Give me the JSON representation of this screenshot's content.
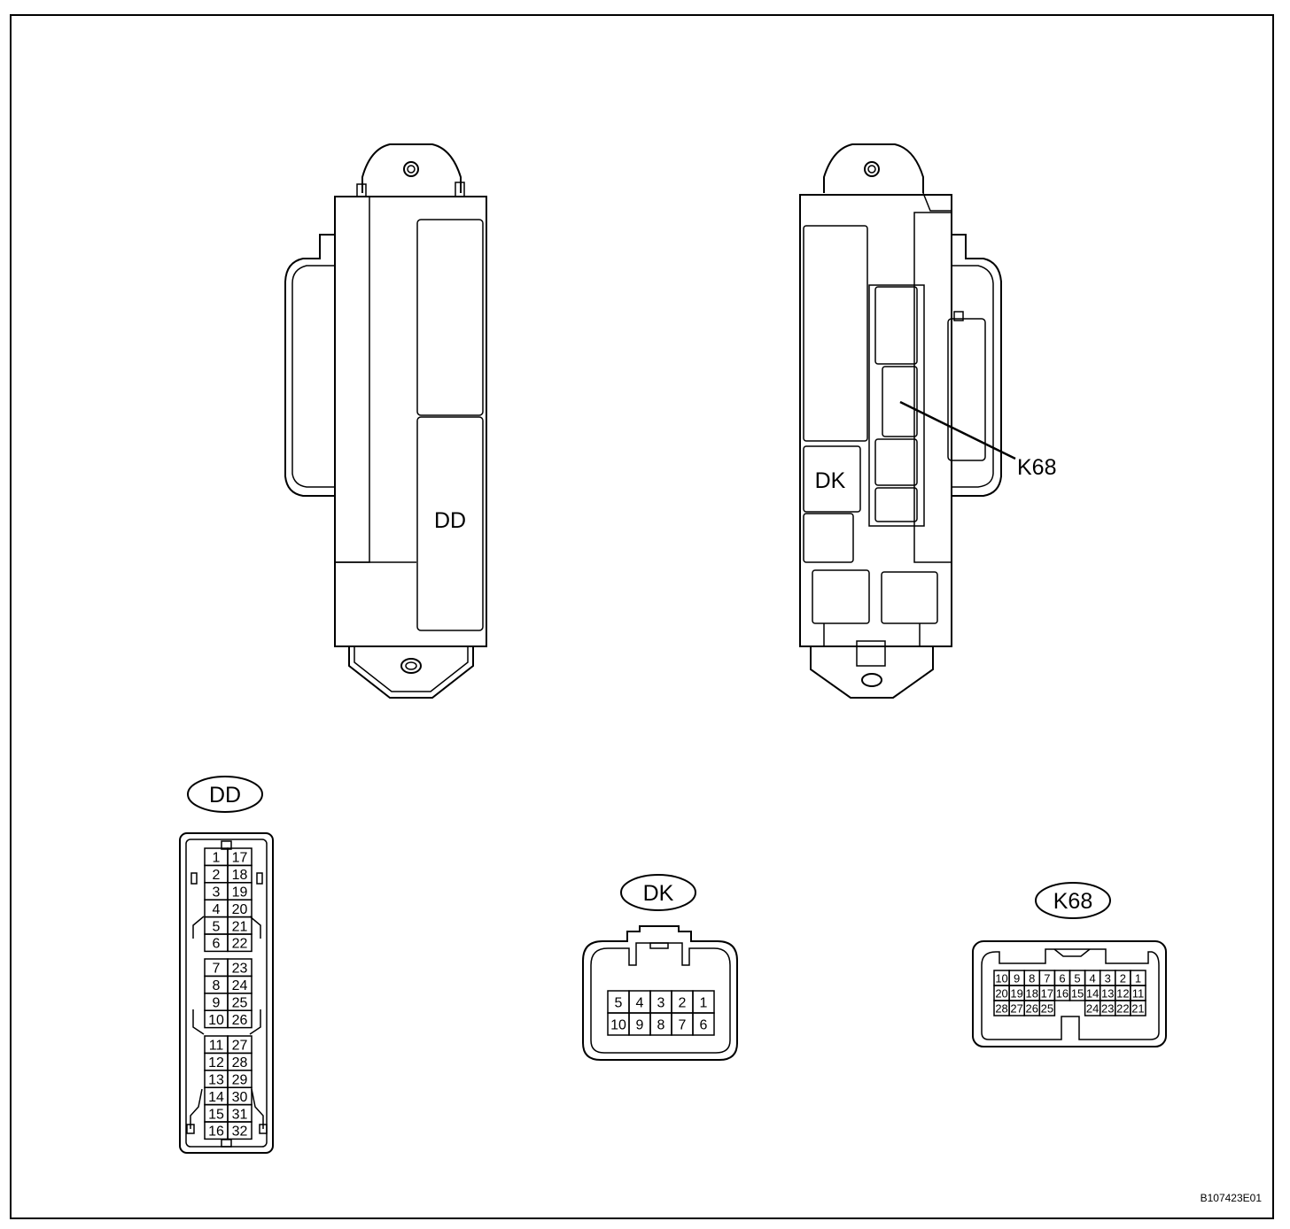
{
  "labels": {
    "unit_a_connector": "DD",
    "unit_b_connector_left": "DK",
    "unit_b_connector_pointer": "K68",
    "figure_code": "B107423E01"
  },
  "connectors": {
    "dd": {
      "name": "DD",
      "groups": [
        [
          [
            "1",
            "17"
          ],
          [
            "2",
            "18"
          ],
          [
            "3",
            "19"
          ],
          [
            "4",
            "20"
          ],
          [
            "5",
            "21"
          ],
          [
            "6",
            "22"
          ]
        ],
        [
          [
            "7",
            "23"
          ],
          [
            "8",
            "24"
          ],
          [
            "9",
            "25"
          ],
          [
            "10",
            "26"
          ]
        ],
        [
          [
            "11",
            "27"
          ],
          [
            "12",
            "28"
          ],
          [
            "13",
            "29"
          ],
          [
            "14",
            "30"
          ],
          [
            "15",
            "31"
          ],
          [
            "16",
            "32"
          ]
        ]
      ]
    },
    "dk": {
      "name": "DK",
      "rows": [
        [
          "5",
          "4",
          "3",
          "2",
          "1"
        ],
        [
          "10",
          "9",
          "8",
          "7",
          "6"
        ]
      ]
    },
    "k68": {
      "name": "K68",
      "rows": [
        [
          "10",
          "9",
          "8",
          "7",
          "6",
          "5",
          "4",
          "3",
          "2",
          "1"
        ],
        [
          "20",
          "19",
          "18",
          "17",
          "16",
          "15",
          "14",
          "13",
          "12",
          "11"
        ],
        [
          "28",
          "27",
          "26",
          "25",
          "",
          "",
          "24",
          "23",
          "22",
          "21"
        ]
      ]
    }
  }
}
